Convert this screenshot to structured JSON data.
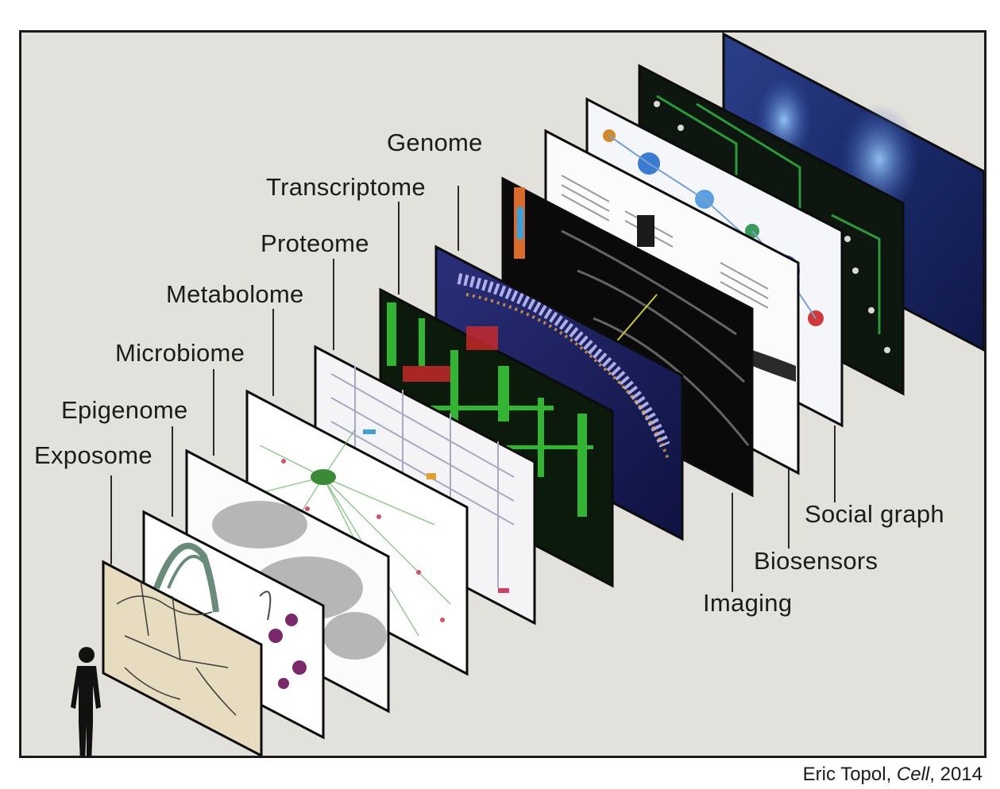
{
  "figure": {
    "layers_left": [
      {
        "key": "exposome",
        "label": "Exposome"
      },
      {
        "key": "epigenome",
        "label": "Epigenome"
      },
      {
        "key": "microbiome",
        "label": "Microbiome"
      },
      {
        "key": "metabolome",
        "label": "Metabolome"
      },
      {
        "key": "proteome",
        "label": "Proteome"
      },
      {
        "key": "transcriptome",
        "label": "Transcriptome"
      },
      {
        "key": "genome",
        "label": "Genome"
      }
    ],
    "layers_right": [
      {
        "key": "imaging",
        "label": "Imaging"
      },
      {
        "key": "biosensors",
        "label": "Biosensors"
      },
      {
        "key": "social_graph",
        "label": "Social graph"
      }
    ],
    "credit": {
      "author": "Eric Topol, ",
      "journal": "Cell",
      "year": ", 2014"
    },
    "colors": {
      "background": "#e3e1db",
      "frame": "#1a1a1a",
      "exposome_panel": "#e8dcc0",
      "transcriptome_panel": "#0c1a0c",
      "genome_panel": "#1b1d5a",
      "imaging_panel": "#0a0a0a",
      "social_panel": "#1a2a6a"
    }
  }
}
